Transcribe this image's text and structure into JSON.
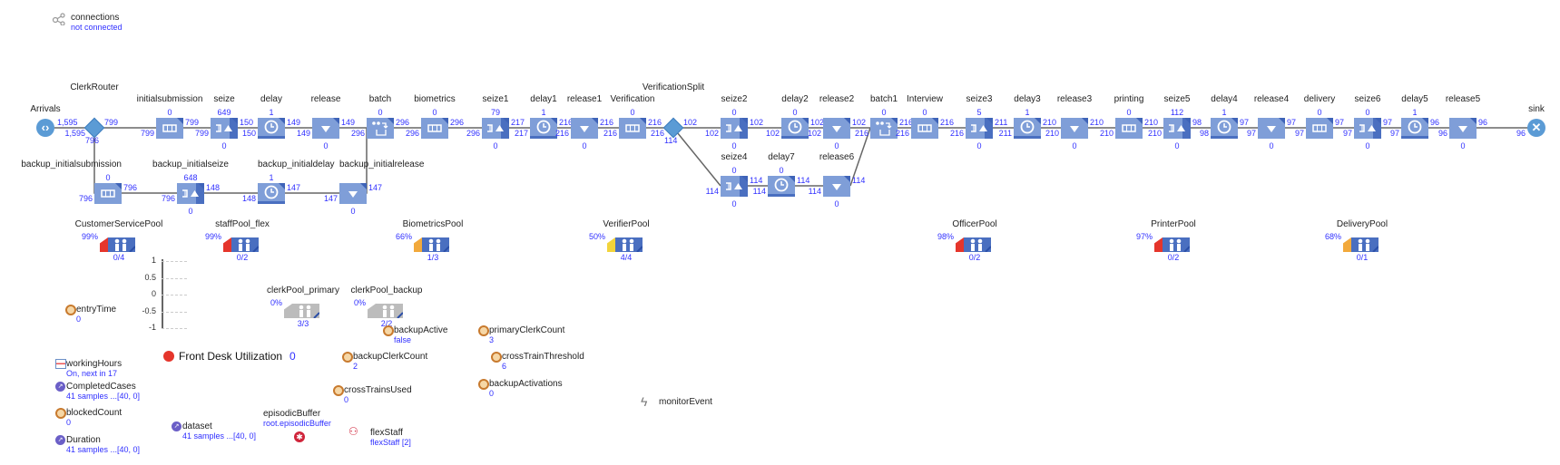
{
  "connections": {
    "title": "connections",
    "status": "not connected"
  },
  "blocks": [
    {
      "id": "arrivals",
      "label": "Arrivals",
      "type": "source",
      "out": "1,595"
    },
    {
      "id": "clerkrouter",
      "label": "ClerkRouter",
      "type": "select",
      "in": "1,595",
      "out": "799",
      "bottom": "796"
    },
    {
      "id": "initialsubmission",
      "label": "initialsubmission",
      "type": "queue",
      "top": "0",
      "in": "799",
      "out": "799"
    },
    {
      "id": "seize",
      "label": "seize",
      "type": "seize",
      "top": "649",
      "bottom": "0",
      "in": "799",
      "out": "150"
    },
    {
      "id": "delay",
      "label": "delay",
      "type": "delay",
      "top": "1",
      "in": "150",
      "out": "149"
    },
    {
      "id": "release",
      "label": "release",
      "type": "release",
      "bottom": "0",
      "in": "149",
      "out": "149"
    },
    {
      "id": "batch",
      "label": "batch",
      "type": "batch",
      "top": "0",
      "in": "296",
      "out": "296"
    },
    {
      "id": "biometrics",
      "label": "biometrics",
      "type": "queue",
      "top": "0",
      "in": "296",
      "out": "296"
    },
    {
      "id": "seize1",
      "label": "seize1",
      "type": "seize",
      "top": "79",
      "bottom": "0",
      "in": "296",
      "out": "217"
    },
    {
      "id": "delay1",
      "label": "delay1",
      "type": "delay",
      "top": "1",
      "in": "217",
      "out": "216"
    },
    {
      "id": "release1",
      "label": "release1",
      "type": "release",
      "bottom": "0",
      "in": "216",
      "out": "216"
    },
    {
      "id": "verification",
      "label": "Verification",
      "type": "queue",
      "top": "0",
      "in": "216",
      "out": "216"
    },
    {
      "id": "verificationsplit",
      "label": "VerificationSplit",
      "type": "select",
      "in": "216",
      "out": "102",
      "bottom": "114"
    },
    {
      "id": "seize2",
      "label": "seize2",
      "type": "seize",
      "top": "0",
      "bottom": "0",
      "in": "102",
      "out": "102"
    },
    {
      "id": "delay2",
      "label": "delay2",
      "type": "delay",
      "top": "0",
      "in": "102",
      "out": "102"
    },
    {
      "id": "release2",
      "label": "release2",
      "type": "release",
      "bottom": "0",
      "in": "102",
      "out": "102"
    },
    {
      "id": "batch1",
      "label": "batch1",
      "type": "batch",
      "top": "0",
      "in": "216",
      "out": "216"
    },
    {
      "id": "interview",
      "label": "Interview",
      "type": "queue",
      "top": "0",
      "in": "216",
      "out": "216"
    },
    {
      "id": "seize3",
      "label": "seize3",
      "type": "seize",
      "top": "5",
      "bottom": "0",
      "in": "216",
      "out": "211"
    },
    {
      "id": "delay3",
      "label": "delay3",
      "type": "delay",
      "top": "1",
      "in": "211",
      "out": "210"
    },
    {
      "id": "release3",
      "label": "release3",
      "type": "release",
      "bottom": "0",
      "in": "210",
      "out": "210"
    },
    {
      "id": "printing",
      "label": "printing",
      "type": "queue",
      "top": "0",
      "in": "210",
      "out": "210"
    },
    {
      "id": "seize5",
      "label": "seize5",
      "type": "seize",
      "top": "112",
      "bottom": "0",
      "in": "210",
      "out": "98"
    },
    {
      "id": "delay4",
      "label": "delay4",
      "type": "delay",
      "top": "1",
      "in": "98",
      "out": "97"
    },
    {
      "id": "release4",
      "label": "release4",
      "type": "release",
      "bottom": "0",
      "in": "97",
      "out": "97"
    },
    {
      "id": "delivery",
      "label": "delivery",
      "type": "queue",
      "top": "0",
      "in": "97",
      "out": "97"
    },
    {
      "id": "seize6",
      "label": "seize6",
      "type": "seize",
      "top": "0",
      "bottom": "0",
      "in": "97",
      "out": "97"
    },
    {
      "id": "delay5",
      "label": "delay5",
      "type": "delay",
      "top": "1",
      "in": "97",
      "out": "96"
    },
    {
      "id": "release5",
      "label": "release5",
      "type": "release",
      "bottom": "0",
      "in": "96",
      "out": "96"
    },
    {
      "id": "sink",
      "label": "sink",
      "type": "sink",
      "in": "96"
    },
    {
      "id": "seize4",
      "label": "seize4",
      "type": "seize",
      "top": "0",
      "bottom": "0",
      "in": "114",
      "out": "114"
    },
    {
      "id": "delay7",
      "label": "delay7",
      "type": "delay",
      "top": "0",
      "in": "114",
      "out": "114"
    },
    {
      "id": "release6",
      "label": "release6",
      "type": "release",
      "bottom": "0",
      "in": "114",
      "out": "114"
    },
    {
      "id": "backup_initialsubmission",
      "label": "backup_initialsubmission",
      "type": "queue",
      "top": "0",
      "in": "796",
      "out": "796"
    },
    {
      "id": "backup_initialseize",
      "label": "backup_initialseize",
      "type": "seize",
      "top": "648",
      "bottom": "0",
      "in": "796",
      "out": "148"
    },
    {
      "id": "backup_initialdelay",
      "label": "backup_initialdelay",
      "type": "delay",
      "top": "1",
      "in": "148",
      "out": "147"
    },
    {
      "id": "backup_initialrelease",
      "label": "backup_initialrelease",
      "type": "release",
      "bottom": "0",
      "in": "147",
      "out": "147"
    }
  ],
  "pools": [
    {
      "id": "customerservicepool",
      "label": "CustomerServicePool",
      "pct": "99%",
      "count": "0/4",
      "color": "#e5352b"
    },
    {
      "id": "staffpool_flex",
      "label": "staffPool_flex",
      "pct": "99%",
      "count": "0/2",
      "color": "#e5352b"
    },
    {
      "id": "biometricspool",
      "label": "BiometricsPool",
      "pct": "66%",
      "count": "1/3",
      "color": "#f2a93b"
    },
    {
      "id": "verifierpool",
      "label": "VerifierPool",
      "pct": "50%",
      "count": "4/4",
      "color": "#f2d43b"
    },
    {
      "id": "officerpool",
      "label": "OfficerPool",
      "pct": "98%",
      "count": "0/2",
      "color": "#e5352b"
    },
    {
      "id": "printerpool",
      "label": "PrinterPool",
      "pct": "97%",
      "count": "0/2",
      "color": "#e5352b"
    },
    {
      "id": "deliverypool",
      "label": "DeliveryPool",
      "pct": "68%",
      "count": "0/1",
      "color": "#f2a93b"
    },
    {
      "id": "clerkpool_primary",
      "label": "clerkPool_primary",
      "pct": "0%",
      "count": "3/3",
      "color": "#bdbdbd"
    },
    {
      "id": "clerkpool_backup",
      "label": "clerkPool_backup",
      "pct": "0%",
      "count": "2/2",
      "color": "#bdbdbd"
    }
  ],
  "variables": [
    {
      "id": "entrytime",
      "name": "entryTime",
      "value": "0",
      "kind": "param"
    },
    {
      "id": "workinghours",
      "name": "workingHours",
      "value": "On, next in 17",
      "kind": "schedule"
    },
    {
      "id": "completedcases",
      "name": "CompletedCases",
      "value": "41 samples ...[40, 0]",
      "kind": "dataset"
    },
    {
      "id": "blockedcount",
      "name": "blockedCount",
      "value": "0",
      "kind": "param"
    },
    {
      "id": "duration",
      "name": "Duration",
      "value": "41 samples ...[40, 0]",
      "kind": "dataset"
    },
    {
      "id": "backupactive",
      "name": "backupActive",
      "value": "false",
      "kind": "param"
    },
    {
      "id": "primaryclerkcount",
      "name": "primaryClerkCount",
      "value": "3",
      "kind": "param"
    },
    {
      "id": "backupclerkcount",
      "name": "backupClerkCount",
      "value": "2",
      "kind": "param"
    },
    {
      "id": "crosstrainthreshold",
      "name": "crossTrainThreshold",
      "value": "6",
      "kind": "param"
    },
    {
      "id": "crosstrainsused",
      "name": "crossTrainsUsed",
      "value": "0",
      "kind": "param"
    },
    {
      "id": "backupactivations",
      "name": "backupActivations",
      "value": "0",
      "kind": "param"
    },
    {
      "id": "dataset",
      "name": "dataset",
      "value": "41 samples ...[40, 0]",
      "kind": "dataset"
    },
    {
      "id": "episodicbuffer",
      "name": "episodicBuffer",
      "value": "root.episodicBuffer",
      "kind": "agent"
    },
    {
      "id": "flexstaff",
      "name": "flexStaff",
      "value": "flexStaff [2]",
      "kind": "agents"
    },
    {
      "id": "monitorevent",
      "name": "monitorEvent",
      "value": "",
      "kind": "event"
    }
  ],
  "utilization": {
    "label": "Front Desk Utilization",
    "value": "0",
    "color": "#e5352b"
  },
  "chart_axis": {
    "ticks": [
      "1",
      "0.5",
      "0",
      "-0.5",
      "-1"
    ]
  }
}
